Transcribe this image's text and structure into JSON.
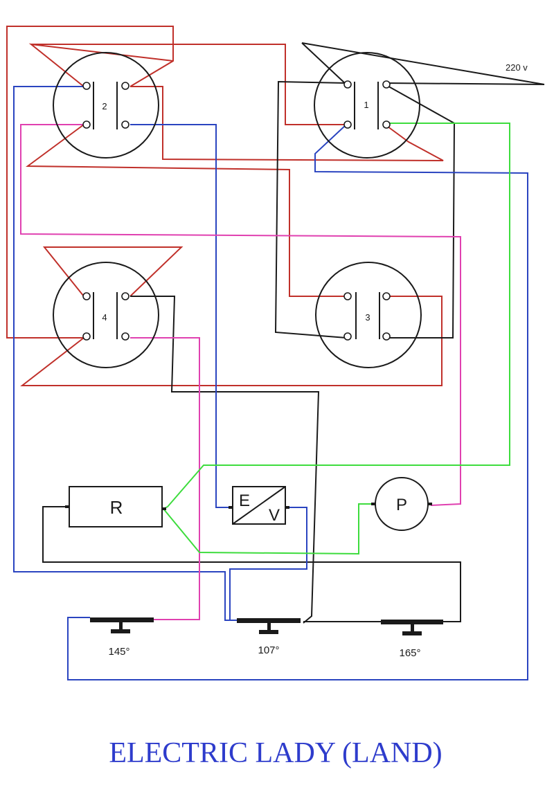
{
  "title": "ELECTRIC LADY (LAND)",
  "supply_label": "220 v",
  "relays": [
    {
      "id": "2",
      "label": "2"
    },
    {
      "id": "1",
      "label": "1"
    },
    {
      "id": "4",
      "label": "4"
    },
    {
      "id": "3",
      "label": "3"
    }
  ],
  "components": {
    "resistor": "R",
    "valve_e": "E",
    "valve_v": "V",
    "pump": "P"
  },
  "thermostats": [
    {
      "id": "t145",
      "label": "145°"
    },
    {
      "id": "t107",
      "label": "107°"
    },
    {
      "id": "t165",
      "label": "165°"
    }
  ],
  "colors": {
    "red_wire": "#c0302a",
    "blue_wire": "#2a44c0",
    "magenta_wire": "#e040b0",
    "green_wire": "#3ddc3d",
    "black_wire": "#1a1a1a",
    "title_text": "#2e3ccc"
  }
}
